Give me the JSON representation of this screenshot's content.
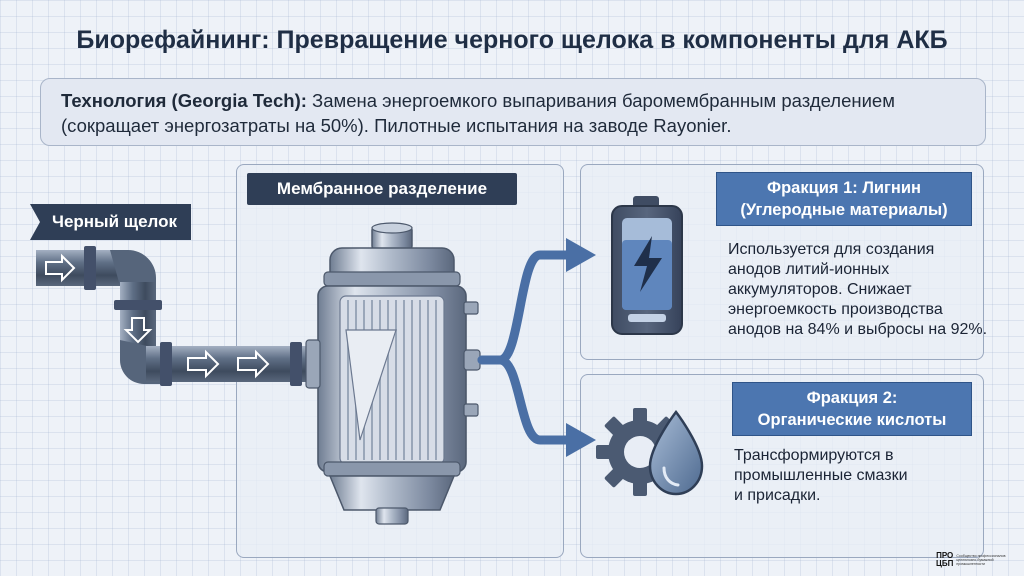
{
  "title": "Биорефайнинг: Превращение черного щелока в компоненты для АКБ",
  "technology": {
    "label": "Технология (Georgia Tech):",
    "text": " Замена энергоемкого выпаривания баромембранным разделением (сокращает энергозатраты на 50%). Пилотные испытания на заводе Rayonier."
  },
  "input_label": "Черный щелок",
  "membrane_label": "Мембранное разделение",
  "fraction1": {
    "title_line1": "Фракция 1: Лигнин",
    "title_line2": "(Углеродные материалы)",
    "desc_lines": [
      "Используется для создания",
      "анодов литий-ионных",
      "аккумуляторов. Снижает",
      "энергоемкость производства",
      "анодов на 84% и выбросы на 92%."
    ],
    "icon": "battery-icon"
  },
  "fraction2": {
    "title_line1": "Фракция 2:",
    "title_line2": "Органические кислоты",
    "desc_lines": [
      "Трансформируются в",
      "промышленные смазки",
      "и присадки."
    ],
    "icons": [
      "gear-icon",
      "oil-drop-icon"
    ]
  },
  "logo": {
    "mark_line1": "ПРО",
    "mark_line2": "ЦБП",
    "text": "Сообщество профессионалов целлюлозно-бумажной промышленности"
  },
  "colors": {
    "dark_label": "#2f3e56",
    "fraction_label": "#4c76b0",
    "arrow": "#4a6fa5"
  }
}
